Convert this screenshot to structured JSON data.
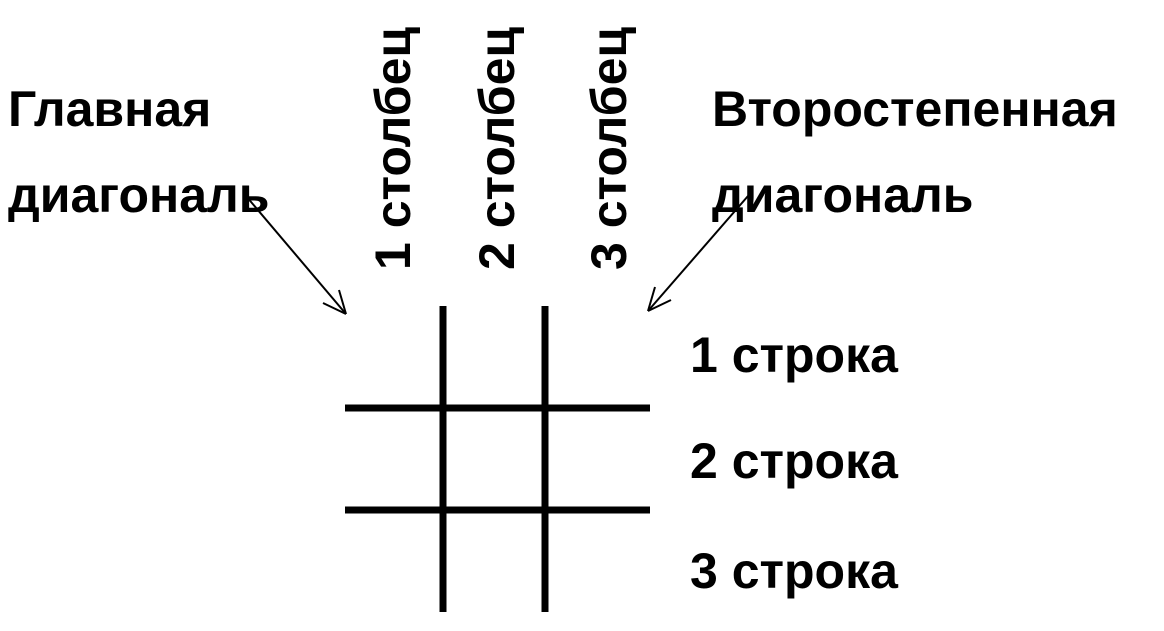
{
  "labels": {
    "main_diagonal_line1": "Главная",
    "main_diagonal_line2": "диагональ",
    "secondary_diagonal_line1": "Второстепенная",
    "secondary_diagonal_line2": "диагональ"
  },
  "columns": [
    "1 столбец",
    "2 столбец",
    "3 столбец"
  ],
  "rows": [
    "1 строка",
    "2 строка",
    "3 строка"
  ],
  "colors": {
    "ink": "#000000",
    "background": "#ffffff"
  }
}
